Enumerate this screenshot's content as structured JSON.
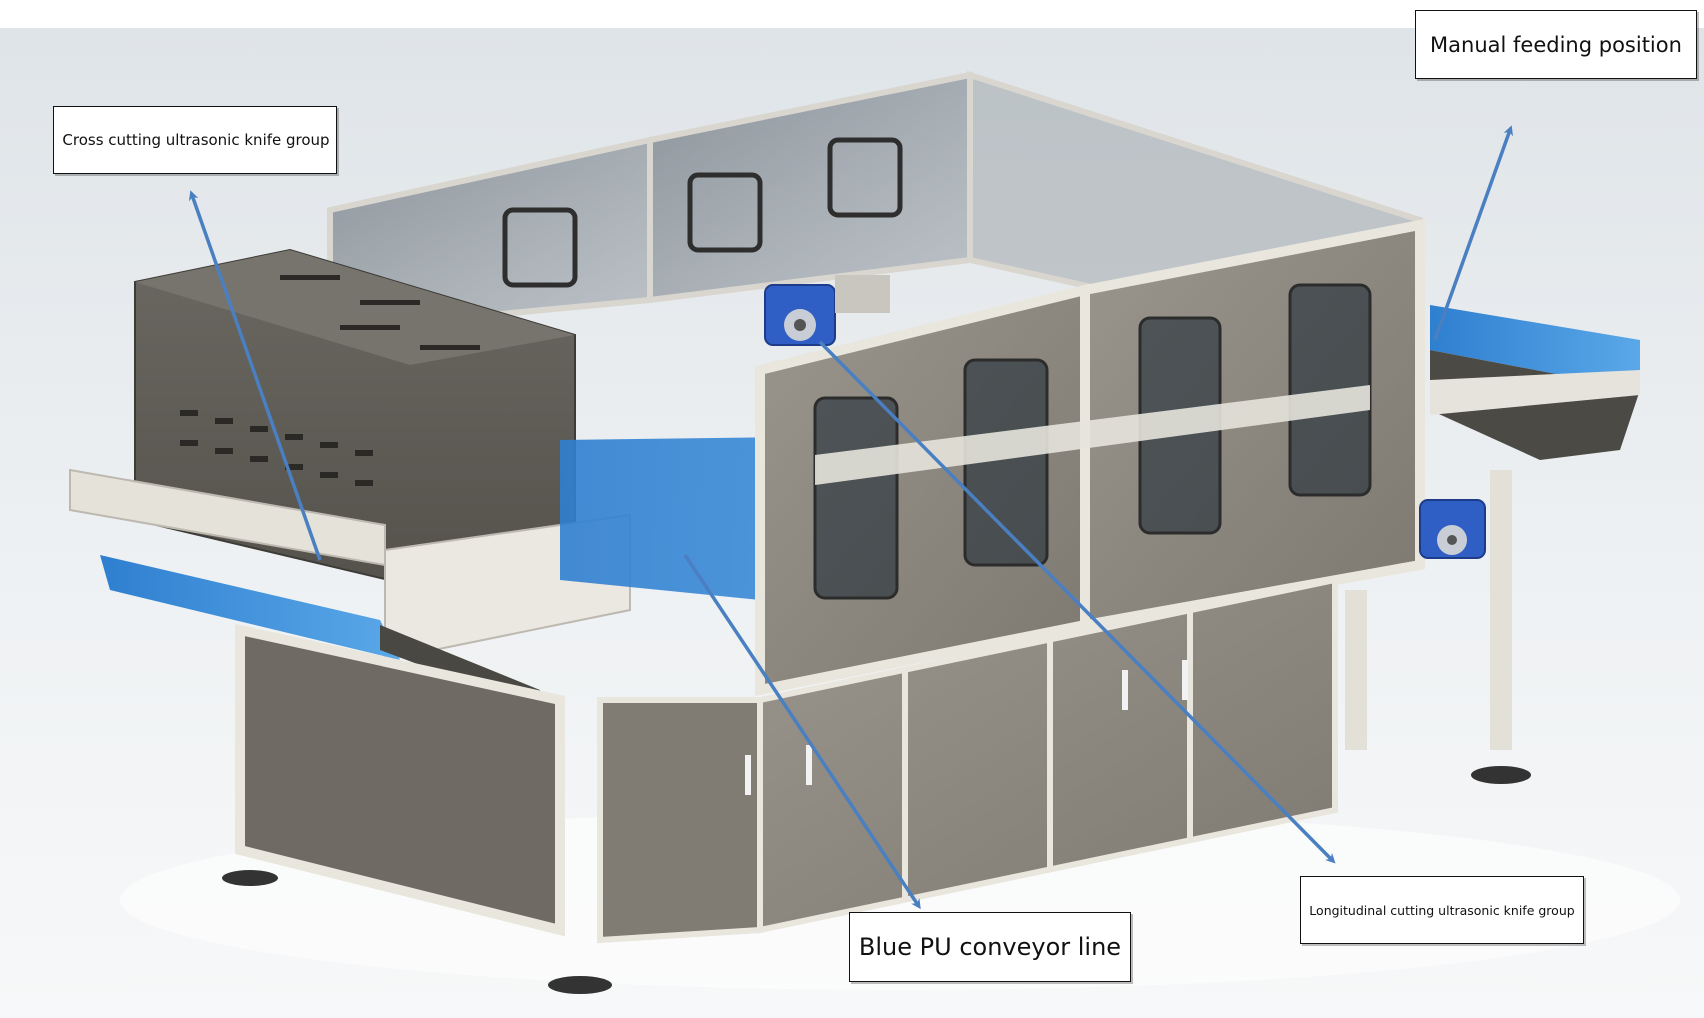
{
  "labels": {
    "cross_cutting": "Cross cutting ultrasonic knife group",
    "manual_feeding": "Manual feeding position",
    "longitudinal_cutting": "Longitudinal cutting ultrasonic knife group",
    "blue_pu_conveyor": "Blue PU conveyor line"
  },
  "colors": {
    "arrow": "#4a7fc1",
    "frame": "#e9e6de",
    "panel": "#8c8880",
    "panel_dark": "#5b5852",
    "conveyor": "#3b8fd9",
    "motor": "#2f5fc4",
    "background": "#eceff1"
  }
}
